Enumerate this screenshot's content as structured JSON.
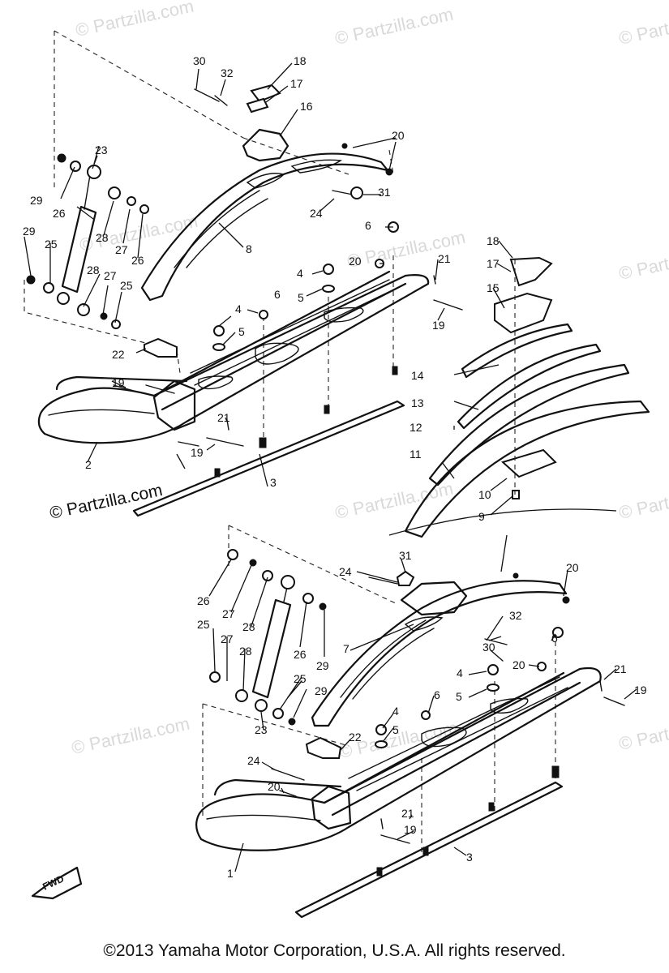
{
  "watermark": {
    "text": "© Partzilla.com",
    "dark_text": "© Partzilla.com"
  },
  "fwd_label": "FWD",
  "copyright": "©2013  Yamaha Motor Corporation, U.S.A. All rights reserved.",
  "callouts": {
    "c1": "1",
    "c2": "2",
    "c3a": "3",
    "c3b": "3",
    "c4a": "4",
    "c4b": "4",
    "c4c": "4",
    "c4d": "4",
    "c5a": "5",
    "c5b": "5",
    "c5c": "5",
    "c5d": "5",
    "c6a": "6",
    "c6b": "6",
    "c6c": "6",
    "c6d": "6",
    "c7": "7",
    "c8": "8",
    "c9": "9",
    "c10": "10",
    "c11": "11",
    "c12": "12",
    "c13": "13",
    "c14": "14",
    "c15": "15",
    "c16": "16",
    "c17a": "17",
    "c17b": "17",
    "c18a": "18",
    "c18b": "18",
    "c19a": "19",
    "c19b": "19",
    "c19c": "19",
    "c19d": "19",
    "c19e": "19",
    "c20a": "20",
    "c20b": "20",
    "c20c": "20",
    "c20d": "20",
    "c20e": "20",
    "c21a": "21",
    "c21b": "21",
    "c21c": "21",
    "c21d": "21",
    "c22a": "22",
    "c22b": "22",
    "c23a": "23",
    "c23b": "23",
    "c24a": "24",
    "c24b": "24",
    "c24c": "24",
    "c25a": "25",
    "c25b": "25",
    "c25c": "25",
    "c25d": "25",
    "c26a": "26",
    "c26b": "26",
    "c26c": "26",
    "c26d": "26",
    "c27a": "27",
    "c27b": "27",
    "c27c": "27",
    "c27d": "27",
    "c28a": "28",
    "c28b": "28",
    "c28c": "28",
    "c28d": "28",
    "c29a": "29",
    "c29b": "29",
    "c29c": "29",
    "c30a": "30",
    "c30b": "30",
    "c31a": "31",
    "c31b": "31",
    "c32a": "32",
    "c32b": "32"
  }
}
